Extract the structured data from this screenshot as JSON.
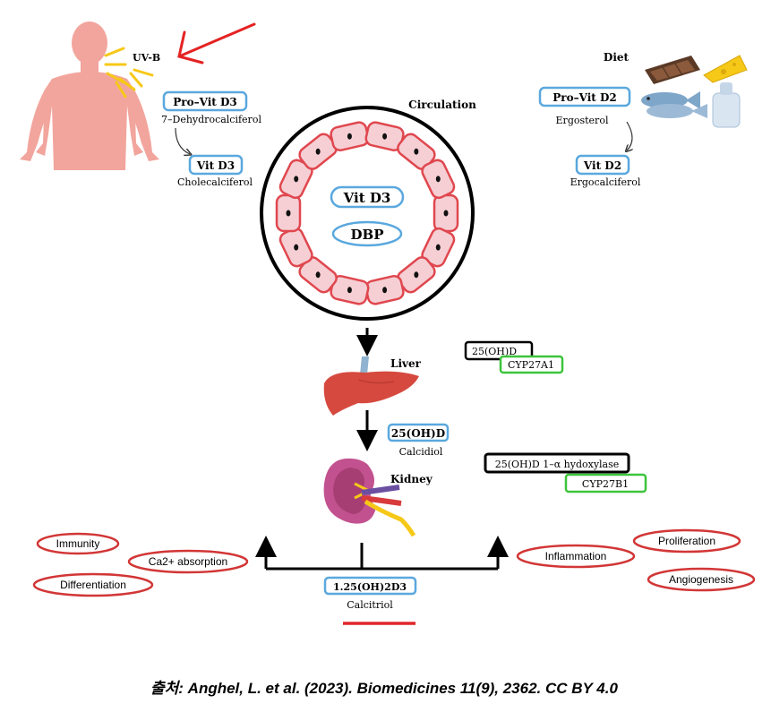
{
  "colors": {
    "skin": "#f2a59d",
    "uv_ray": "#f6c817",
    "red_arrow": "#e52222",
    "blue_box": "#5aa8de",
    "green_box": "#3cc43c",
    "cell_fill": "#f5cfd4",
    "cell_stroke": "#e0474e",
    "liver": "#d6493e",
    "effect_ellipse": "#d23636",
    "calcitriol_underline": "#e0262b"
  },
  "icons": [
    "human-body-icon",
    "sun-ray-icon",
    "red-arrow-icon",
    "chocolate-icon",
    "cheese-icon",
    "fish-icon",
    "milk-bottle-icon",
    "blood-vessel-icon",
    "liver-icon",
    "kidney-icon"
  ],
  "skin_source": {
    "uvb": "UV-B",
    "pro_vit_d3": "Pro–Vit D3",
    "pro_vit_d3_name": "7–Dehydrocalciferol",
    "vit_d3": "Vit D3",
    "vit_d3_name": "Cholecalciferol"
  },
  "diet_source": {
    "diet": "Diet",
    "pro_vit_d2": "Pro–Vit D2",
    "pro_vit_d2_name": "Ergosterol",
    "vit_d2": "Vit D2",
    "vit_d2_name": "Ergocalciferol"
  },
  "circulation": {
    "title": "Circulation",
    "vit_d3": "Vit D3",
    "dbp": "DBP"
  },
  "liver": {
    "label": "Liver",
    "enzyme_substrate": "25(OH)D",
    "enzyme": "CYP27A1",
    "product": "25(OH)D",
    "product_name": "Calcidiol"
  },
  "kidney": {
    "label": "Kidney",
    "enzyme_substrate": "25(OH)D 1–α hydoxylase",
    "enzyme": "CYP27B1",
    "product": "1.25(OH)2D3",
    "product_name": "Calcitriol"
  },
  "effects_left": [
    "Immunity",
    "Ca2+ absorption",
    "Differentiation"
  ],
  "effects_right": [
    "Proliferation",
    "Inflammation",
    "Angiogenesis"
  ],
  "citation": "출처: Anghel, L. et al. (2023). Biomedicines 11(9), 2362. CC BY 4.0"
}
